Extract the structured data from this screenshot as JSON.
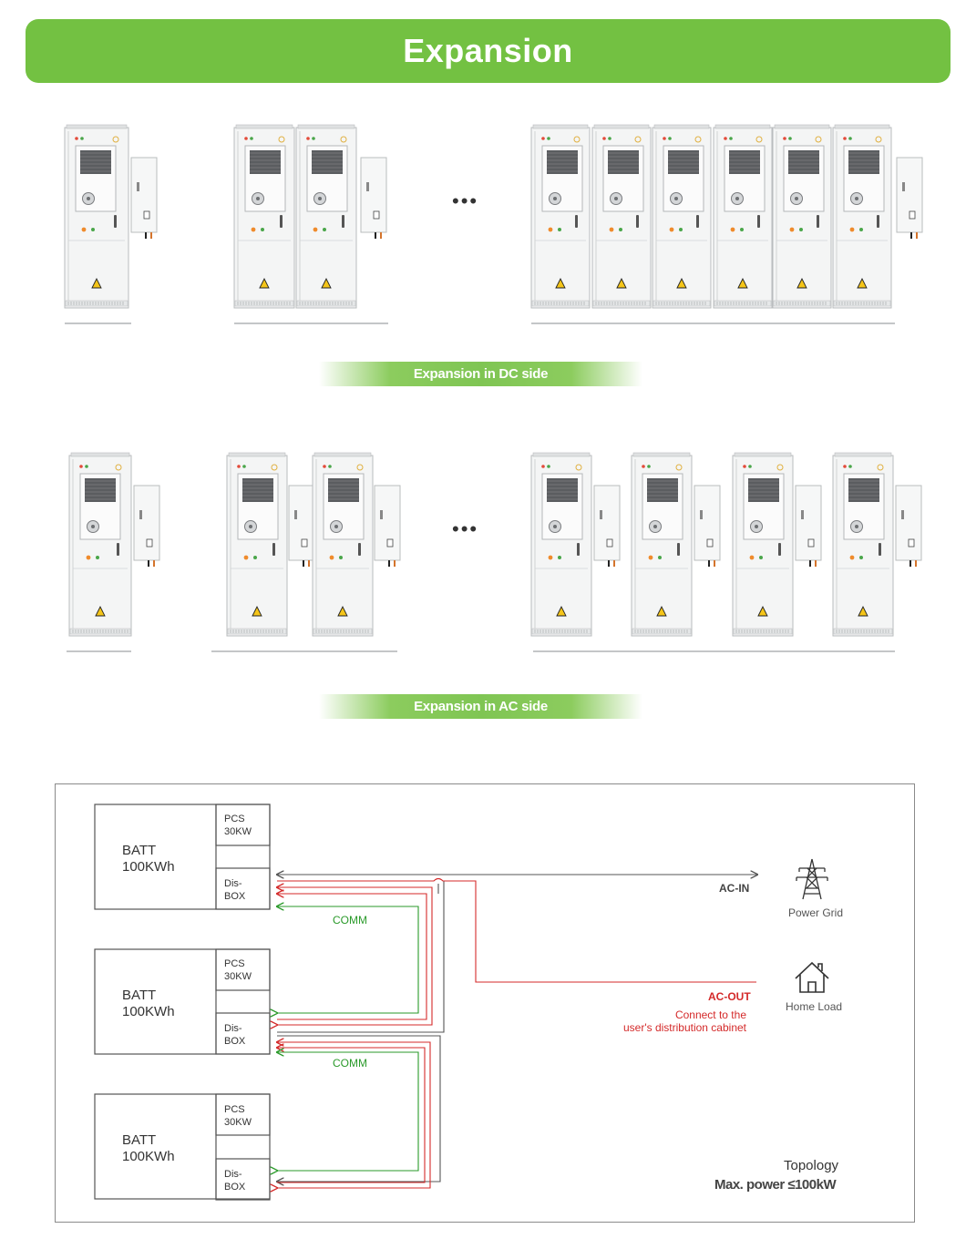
{
  "header": {
    "title": "Expansion"
  },
  "dc_section": {
    "caption": "Expansion in DC side",
    "ellipsis": "•••"
  },
  "ac_section": {
    "caption": "Expansion in AC side",
    "ellipsis": "•••"
  },
  "topology": {
    "units": [
      {
        "batt_line1": "BATT",
        "batt_line2": "100KWh",
        "pcs_line1": "PCS",
        "pcs_line2": "30KW",
        "box_line1": "Dis-",
        "box_line2": "BOX"
      },
      {
        "batt_line1": "BATT",
        "batt_line2": "100KWh",
        "pcs_line1": "PCS",
        "pcs_line2": "30KW",
        "box_line1": "Dis-",
        "box_line2": "BOX"
      },
      {
        "batt_line1": "BATT",
        "batt_line2": "100KWh",
        "pcs_line1": "PCS",
        "pcs_line2": "30KW",
        "box_line1": "Dis-",
        "box_line2": "BOX"
      }
    ],
    "comm_label_1": "COMM",
    "comm_label_2": "COMM",
    "ac_in_label": "AC-IN",
    "ac_out_label": "AC-OUT",
    "ac_out_note_line1": "Connect to the",
    "ac_out_note_line2": "user's distribution cabinet",
    "power_grid_label": "Power Grid",
    "home_load_label": "Home Load",
    "footer_title": "Topology",
    "footer_power": "Max. power ≤100kW",
    "colors": {
      "accent_green": "#73c142",
      "comm_line": "#2a9a2a",
      "ac_out_line": "#d42a2a",
      "ac_in_line": "#555555"
    },
    "icons": [
      "power-grid-tower-icon",
      "home-load-house-icon",
      "warning-triangle-icon",
      "fan-icon"
    ]
  }
}
